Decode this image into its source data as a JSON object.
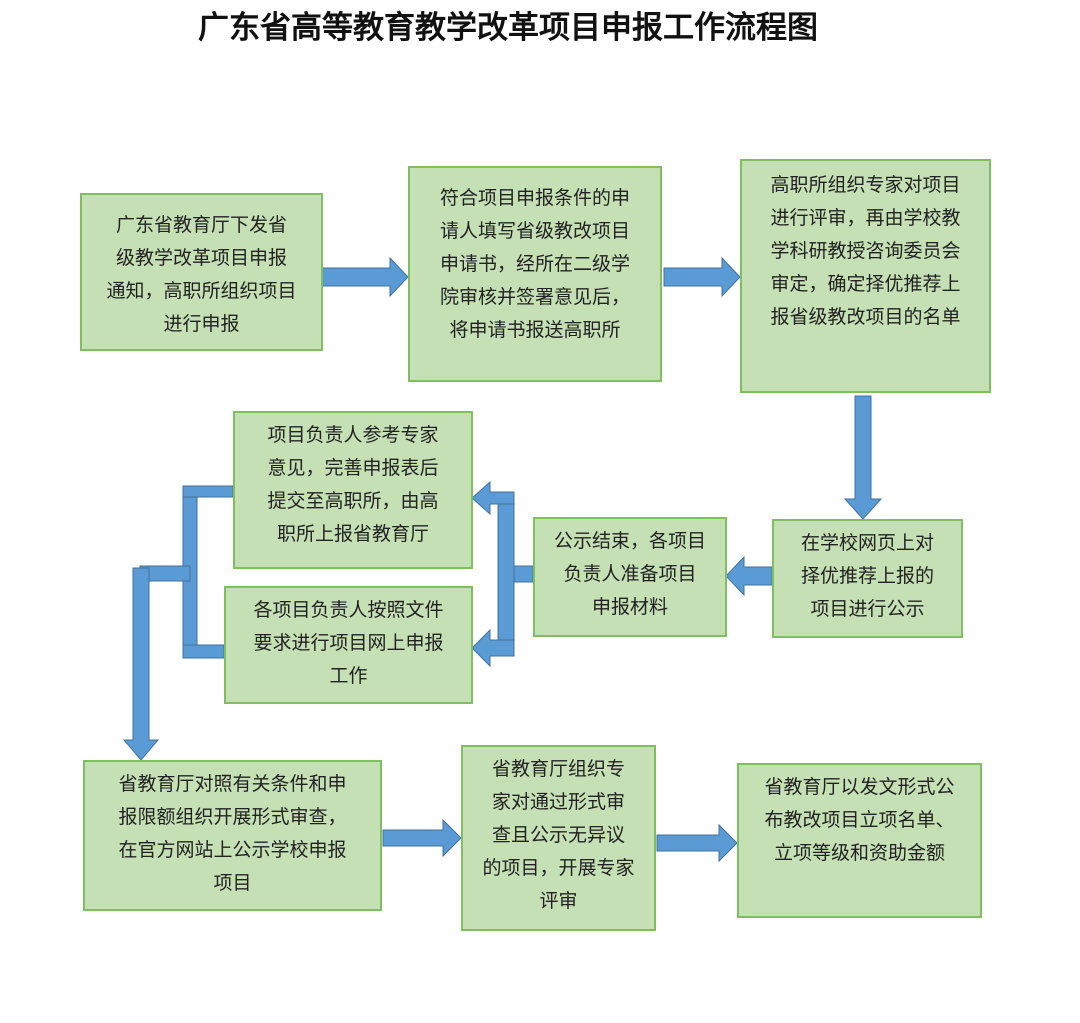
{
  "title": "广东省高等教育教学改革项目申报工作流程图",
  "steps": [
    {
      "text": "广东省教育厅下发省\n级教学改革项目申报\n通知，高职所组织项目\n进行申报"
    },
    {
      "text": "符合项目申报条件的申\n请人填写省级教改项目\n申请书，经所在二级学\n院审核并签署意见后，\n将申请书报送高职所"
    },
    {
      "text": "高职所组织专家对项目\n进行评审，再由学校教\n学科研教授咨询委员会\n审定，确定择优推荐上\n报省级教改项目的名单"
    },
    {
      "text": "在学校网页上对\n择优推荐上报的\n项目进行公示"
    },
    {
      "text": "公示结束，各项目\n负责人准备项目\n申报材料"
    },
    {
      "text": "项目负责人参考专家\n意见，完善申报表后\n提交至高职所，由高\n职所上报省教育厅"
    },
    {
      "text": "各项目负责人按照文件\n要求进行项目网上申报\n工作"
    },
    {
      "text": "省教育厅对照有关条件和申\n报限额组织开展形式审查，\n在官方网站上公示学校申报\n项目"
    },
    {
      "text": "省教育厅组织专\n家对通过形式审\n查且公示无异议\n的项目，开展专家\n评审"
    },
    {
      "text": "省教育厅以发文形式公\n布教改项目立项名单、\n立项等级和资助金额"
    }
  ],
  "colors": {
    "box_fill": "#c5e0b4",
    "box_border": "#7fbf5f",
    "arrow": "#5b9bd5",
    "arrow_stroke": "#41719c"
  }
}
